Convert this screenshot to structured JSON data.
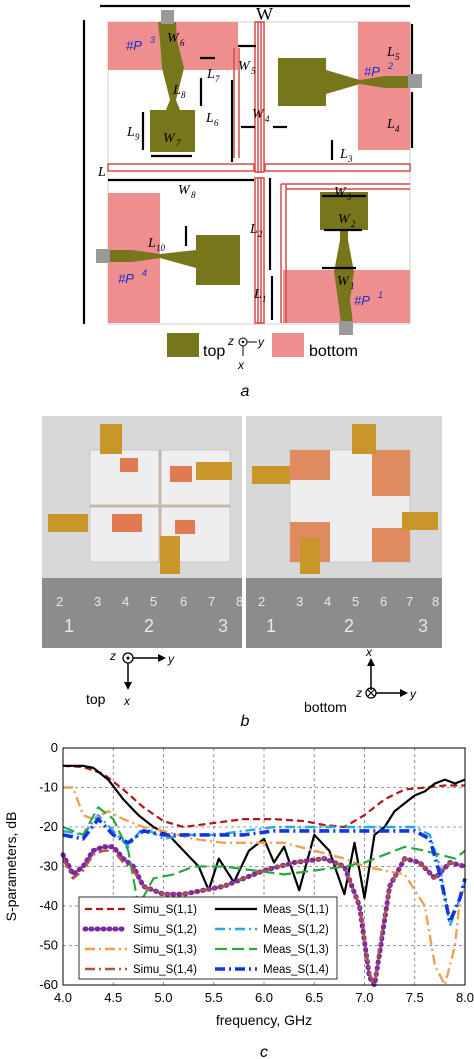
{
  "panel_a": {
    "caption": "a",
    "dims": {
      "W": "W",
      "L": "L",
      "W1": "1",
      "W2": "2",
      "W3": "3",
      "W4": "4",
      "W5": "5",
      "W6": "6",
      "W7": "7",
      "W8": "8",
      "L1": "1",
      "L2": "2",
      "L3": "3",
      "L4": "4",
      "L5": "5",
      "L6": "6",
      "L7": "7",
      "L8": "8",
      "L9": "9",
      "L10": "10"
    },
    "ports": [
      {
        "base": "#P",
        "sup": "1"
      },
      {
        "base": "#P",
        "sup": "2"
      },
      {
        "base": "#P",
        "sup": "3"
      },
      {
        "base": "#P",
        "sup": "4"
      }
    ],
    "legend": {
      "top_label": "top",
      "bottom_label": "bottom",
      "axis_z": "z",
      "axis_x": "x",
      "axis_y": "y"
    },
    "colors": {
      "top": "#77761a",
      "bottom": "#ee8e8e",
      "outline": "#d94a4a"
    }
  },
  "panel_b": {
    "caption": "b",
    "left_label": "top",
    "right_label": "bottom",
    "axis_left": {
      "z": "z",
      "y": "y",
      "x": "x"
    },
    "axis_right": {
      "x": "x",
      "z": "z",
      "y": "y"
    },
    "ruler_numbers_left": [
      "2",
      "1",
      "3",
      "4",
      "5",
      "6",
      "7",
      "8",
      "2",
      "3"
    ],
    "ruler_numbers_right": [
      "2",
      "1",
      "3",
      "4",
      "5",
      "6",
      "7",
      "8",
      "2",
      "3"
    ]
  },
  "panel_c": {
    "caption": "c",
    "chart_data": {
      "type": "line",
      "xlabel": "frequency, GHz",
      "ylabel": "S-parameters, dB",
      "xlim": [
        4.0,
        8.0
      ],
      "ylim": [
        -60,
        0
      ],
      "xticks": [
        "4.0",
        "4.5",
        "5.0",
        "5.5",
        "6.0",
        "6.5",
        "7.0",
        "7.5",
        "8.0"
      ],
      "yticks": [
        "0",
        "-10",
        "-20",
        "-30",
        "-40",
        "-50",
        "-60"
      ],
      "grid": true,
      "legend_position": "bottom-left",
      "series": [
        {
          "name": "Simu_S(1,1)",
          "color": "#b01717",
          "style": "dash",
          "x": [
            4.0,
            4.2,
            4.4,
            4.6,
            4.8,
            5.0,
            5.2,
            5.5,
            5.8,
            6.1,
            6.4,
            6.6,
            6.8,
            7.0,
            7.2,
            7.4,
            7.6,
            7.8,
            8.0
          ],
          "y": [
            -4.5,
            -4.8,
            -6.5,
            -10.5,
            -15,
            -18.5,
            -20,
            -19,
            -18,
            -18,
            -18.5,
            -19.5,
            -20,
            -17,
            -13,
            -10.5,
            -10,
            -9.5,
            -9.5
          ]
        },
        {
          "name": "Meas_S(1,1)",
          "color": "#000000",
          "style": "solid",
          "x": [
            4.0,
            4.2,
            4.3,
            4.45,
            4.6,
            4.75,
            4.9,
            5.05,
            5.2,
            5.35,
            5.45,
            5.55,
            5.7,
            5.85,
            6.0,
            6.1,
            6.2,
            6.35,
            6.5,
            6.65,
            6.8,
            6.9,
            7.0,
            7.1,
            7.2,
            7.3,
            7.4,
            7.5,
            7.6,
            7.7,
            7.8,
            7.9,
            8.0
          ],
          "y": [
            -4.5,
            -4.5,
            -5,
            -8,
            -13,
            -17,
            -20,
            -22,
            -26,
            -30,
            -36,
            -28,
            -34,
            -26,
            -23,
            -29,
            -25,
            -36,
            -22,
            -26,
            -37,
            -24,
            -38,
            -22,
            -20,
            -16,
            -14,
            -12,
            -11,
            -9,
            -8,
            -9,
            -8
          ]
        },
        {
          "name": "Simu_S(1,2)",
          "color": "#7a2aa0",
          "style": "dot",
          "x": [
            4.0,
            4.1,
            4.2,
            4.3,
            4.4,
            4.5,
            4.6,
            4.7,
            4.8,
            5.0,
            5.2,
            5.4,
            5.6,
            5.8,
            6.0,
            6.3,
            6.6,
            6.8,
            6.95,
            7.05,
            7.1,
            7.15,
            7.25,
            7.4,
            7.55,
            7.7,
            7.85,
            8.0
          ],
          "y": [
            -27,
            -32,
            -30,
            -26,
            -25,
            -25,
            -28,
            -30,
            -35,
            -37,
            -37,
            -36,
            -35,
            -33,
            -31,
            -29,
            -28,
            -30,
            -40,
            -58,
            -62,
            -52,
            -35,
            -28,
            -29,
            -33,
            -29,
            -30
          ]
        },
        {
          "name": "Meas_S(1,2)",
          "color": "#28a8e0",
          "style": "dashdot",
          "x": [
            4.0,
            4.2,
            4.35,
            4.5,
            4.65,
            4.8,
            5.0,
            5.2,
            5.5,
            5.8,
            6.1,
            6.4,
            6.7,
            6.9,
            7.1,
            7.3,
            7.5,
            7.65,
            7.75,
            7.85,
            7.95,
            8.0
          ],
          "y": [
            -21,
            -22,
            -17,
            -21,
            -25,
            -20,
            -23,
            -22,
            -22,
            -21,
            -20,
            -20,
            -20,
            -20,
            -20,
            -20,
            -20,
            -22,
            -30,
            -45,
            -38,
            -34
          ]
        },
        {
          "name": "Simu_S(1,3)",
          "color": "#f0a050",
          "style": "dashdot",
          "x": [
            4.0,
            4.1,
            4.2,
            4.3,
            4.45,
            4.6,
            4.8,
            5.0,
            5.3,
            5.6,
            5.9,
            6.2,
            6.5,
            6.8,
            7.0,
            7.2,
            7.4,
            7.6,
            7.7,
            7.8,
            7.9,
            7.95,
            8.0
          ],
          "y": [
            -10,
            -10,
            -17,
            -18,
            -16,
            -18,
            -20,
            -21,
            -23,
            -24,
            -24,
            -24,
            -26,
            -28,
            -30,
            -31,
            -32,
            -40,
            -55,
            -63,
            -50,
            -38,
            -35
          ]
        },
        {
          "name": "Meas_S(1,3)",
          "color": "#2aa840",
          "style": "longdash",
          "x": [
            4.0,
            4.2,
            4.35,
            4.5,
            4.65,
            4.75,
            4.9,
            5.1,
            5.3,
            5.6,
            5.9,
            6.2,
            6.5,
            6.8,
            7.0,
            7.2,
            7.4,
            7.6,
            7.75,
            7.9,
            8.0
          ],
          "y": [
            -20,
            -22,
            -15,
            -18,
            -26,
            -40,
            -33,
            -32,
            -30,
            -30,
            -31,
            -32,
            -31,
            -30,
            -29,
            -27,
            -25,
            -26,
            -27,
            -28,
            -26
          ]
        },
        {
          "name": "Simu_S(1,4)",
          "color": "#b05545",
          "style": "dashdot",
          "x": [
            4.0,
            4.1,
            4.2,
            4.3,
            4.4,
            4.5,
            4.6,
            4.7,
            4.8,
            5.0,
            5.2,
            5.4,
            5.6,
            5.8,
            6.0,
            6.3,
            6.6,
            6.8,
            6.95,
            7.05,
            7.1,
            7.15,
            7.25,
            7.4,
            7.55,
            7.7,
            7.85,
            8.0
          ],
          "y": [
            -28,
            -33,
            -31,
            -27,
            -26,
            -26,
            -29,
            -31,
            -35,
            -37,
            -37,
            -36,
            -35,
            -33,
            -31,
            -29,
            -28,
            -30,
            -40,
            -57,
            -60,
            -50,
            -35,
            -28,
            -29,
            -33,
            -29,
            -30
          ]
        },
        {
          "name": "Meas_S(1,4)",
          "color": "#1036e8",
          "style": "dashdotbold",
          "x": [
            4.0,
            4.2,
            4.35,
            4.5,
            4.65,
            4.8,
            5.0,
            5.2,
            5.5,
            5.8,
            6.1,
            6.4,
            6.7,
            6.9,
            7.1,
            7.3,
            7.5,
            7.65,
            7.75,
            7.85,
            7.95,
            8.0
          ],
          "y": [
            -22,
            -23,
            -18,
            -22,
            -24,
            -21,
            -22,
            -22,
            -22,
            -22,
            -21,
            -21,
            -21,
            -21,
            -21,
            -21,
            -21,
            -23,
            -32,
            -44,
            -38,
            -33
          ]
        }
      ],
      "legend_columns": [
        [
          "Simu_S(1,1)",
          "Simu_S(1,2)",
          "Simu_S(1,3)",
          "Simu_S(1,4)"
        ],
        [
          "Meas_S(1,1)",
          "Meas_S(1,2)",
          "Meas_S(1,3)",
          "Meas_S(1,4)"
        ]
      ]
    }
  }
}
